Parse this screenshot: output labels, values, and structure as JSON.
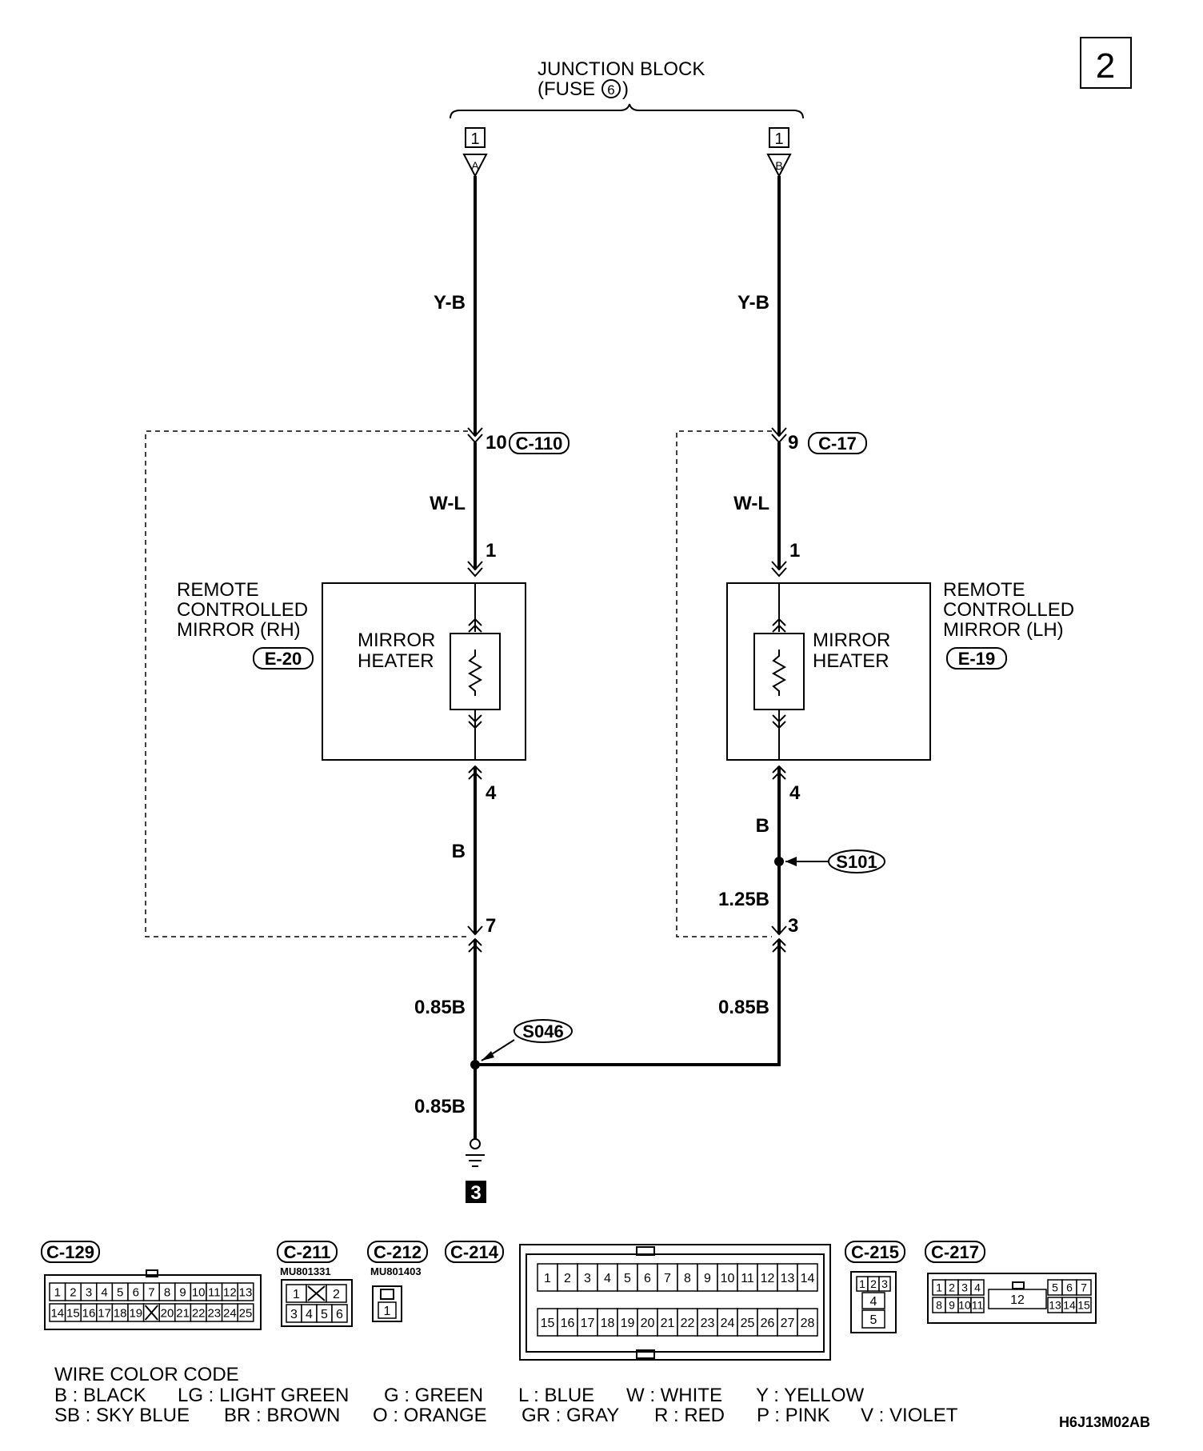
{
  "page_number": "2",
  "junction_block": {
    "line1": "JUNCTION BLOCK",
    "line2_prefix": "(FUSE",
    "fuse_number": "6",
    "line2_suffix": ")"
  },
  "left_circuit": {
    "terminal_box": "1",
    "terminal_letter": "A",
    "wire_top": "Y-B",
    "connector_pin": "10",
    "connector_id": "C-110",
    "wire_mid": "W-L",
    "pin_in": "1",
    "pin_out": "4",
    "wire_lower": "B",
    "pin_bottom": "7",
    "wire_after": "0.85B",
    "splice": "S046",
    "wire_ground": "0.85B",
    "ground_ref": "3",
    "component_line1": "REMOTE",
    "component_line2": "CONTROLLED",
    "component_line3": "MIRROR (RH)",
    "component_id": "E-20",
    "heater_line1": "MIRROR",
    "heater_line2": "HEATER"
  },
  "right_circuit": {
    "terminal_box": "1",
    "terminal_letter": "B",
    "wire_top": "Y-B",
    "connector_pin": "9",
    "connector_id": "C-17",
    "wire_mid": "W-L",
    "pin_in": "1",
    "pin_out": "4",
    "wire_lower": "B",
    "splice": "S101",
    "wire_splice": "1.25B",
    "pin_bottom": "3",
    "wire_after": "0.85B",
    "component_line1": "REMOTE",
    "component_line2": "CONTROLLED",
    "component_line3": "MIRROR (LH)",
    "component_id": "E-19",
    "heater_line1": "MIRROR",
    "heater_line2": "HEATER"
  },
  "connectors": {
    "c129": {
      "id": "C-129",
      "row1": [
        "1",
        "2",
        "3",
        "4",
        "5",
        "6",
        "7",
        "8",
        "9",
        "10",
        "11",
        "12",
        "13"
      ],
      "row2": [
        "14",
        "15",
        "16",
        "17",
        "18",
        "19",
        "",
        "20",
        "21",
        "22",
        "23",
        "24",
        "25"
      ]
    },
    "c211": {
      "id": "C-211",
      "part": "MU801331",
      "row1": [
        "1",
        "",
        "2"
      ],
      "row2": [
        "3",
        "4",
        "5",
        "6"
      ]
    },
    "c212": {
      "id": "C-212",
      "part": "MU801403",
      "pin": "1"
    },
    "c214": {
      "id": "C-214",
      "row1": [
        "1",
        "2",
        "3",
        "4",
        "5",
        "6",
        "7",
        "8",
        "9",
        "10",
        "11",
        "12",
        "13",
        "14"
      ],
      "row2": [
        "15",
        "16",
        "17",
        "18",
        "19",
        "20",
        "21",
        "22",
        "23",
        "24",
        "25",
        "26",
        "27",
        "28"
      ]
    },
    "c215": {
      "id": "C-215",
      "row1": [
        "1",
        "2",
        "3"
      ],
      "row2": [
        "4"
      ],
      "row3": [
        "5"
      ]
    },
    "c217": {
      "id": "C-217",
      "left_row1": [
        "1",
        "2",
        "3",
        "4"
      ],
      "left_row2": [
        "8",
        "9",
        "10",
        "11"
      ],
      "center": "12",
      "right_row1": [
        "5",
        "6",
        "7"
      ],
      "right_row2": [
        "13",
        "14",
        "15"
      ]
    }
  },
  "wire_color_code": {
    "title": "WIRE COLOR CODE",
    "row1": [
      "B : BLACK",
      "LG : LIGHT GREEN",
      "G : GREEN",
      "L : BLUE",
      "W : WHITE",
      "Y : YELLOW"
    ],
    "row2": [
      "SB : SKY BLUE",
      "BR : BROWN",
      "O : ORANGE",
      "GR : GRAY",
      "R : RED",
      "P : PINK",
      "V : VIOLET"
    ]
  },
  "figure_code": "H6J13M02AB"
}
